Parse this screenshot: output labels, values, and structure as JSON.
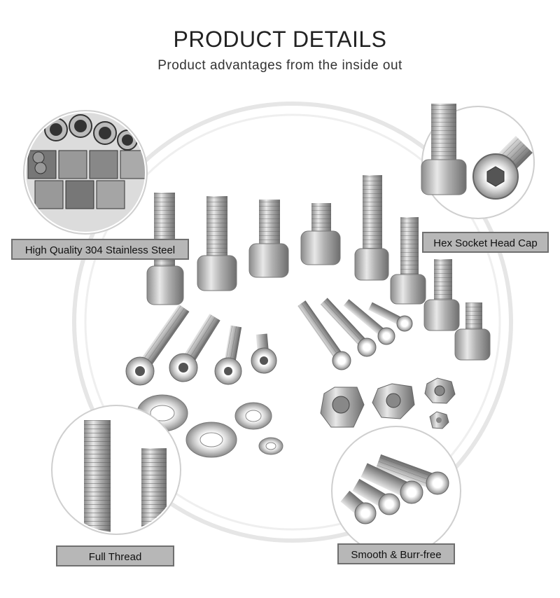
{
  "header": {
    "title": "PRODUCT DETAILS",
    "subtitle": "Product advantages from the inside out"
  },
  "features": [
    {
      "label": "High Quality 304 Stainless Steel"
    },
    {
      "label": "Hex Socket Head Cap"
    },
    {
      "label": "Full Thread"
    },
    {
      "label": "Smooth & Burr-free"
    }
  ],
  "colors": {
    "label_bg": "#b7b7b7",
    "label_border": "#6f6f6f",
    "steel": "#bdbdbd"
  }
}
